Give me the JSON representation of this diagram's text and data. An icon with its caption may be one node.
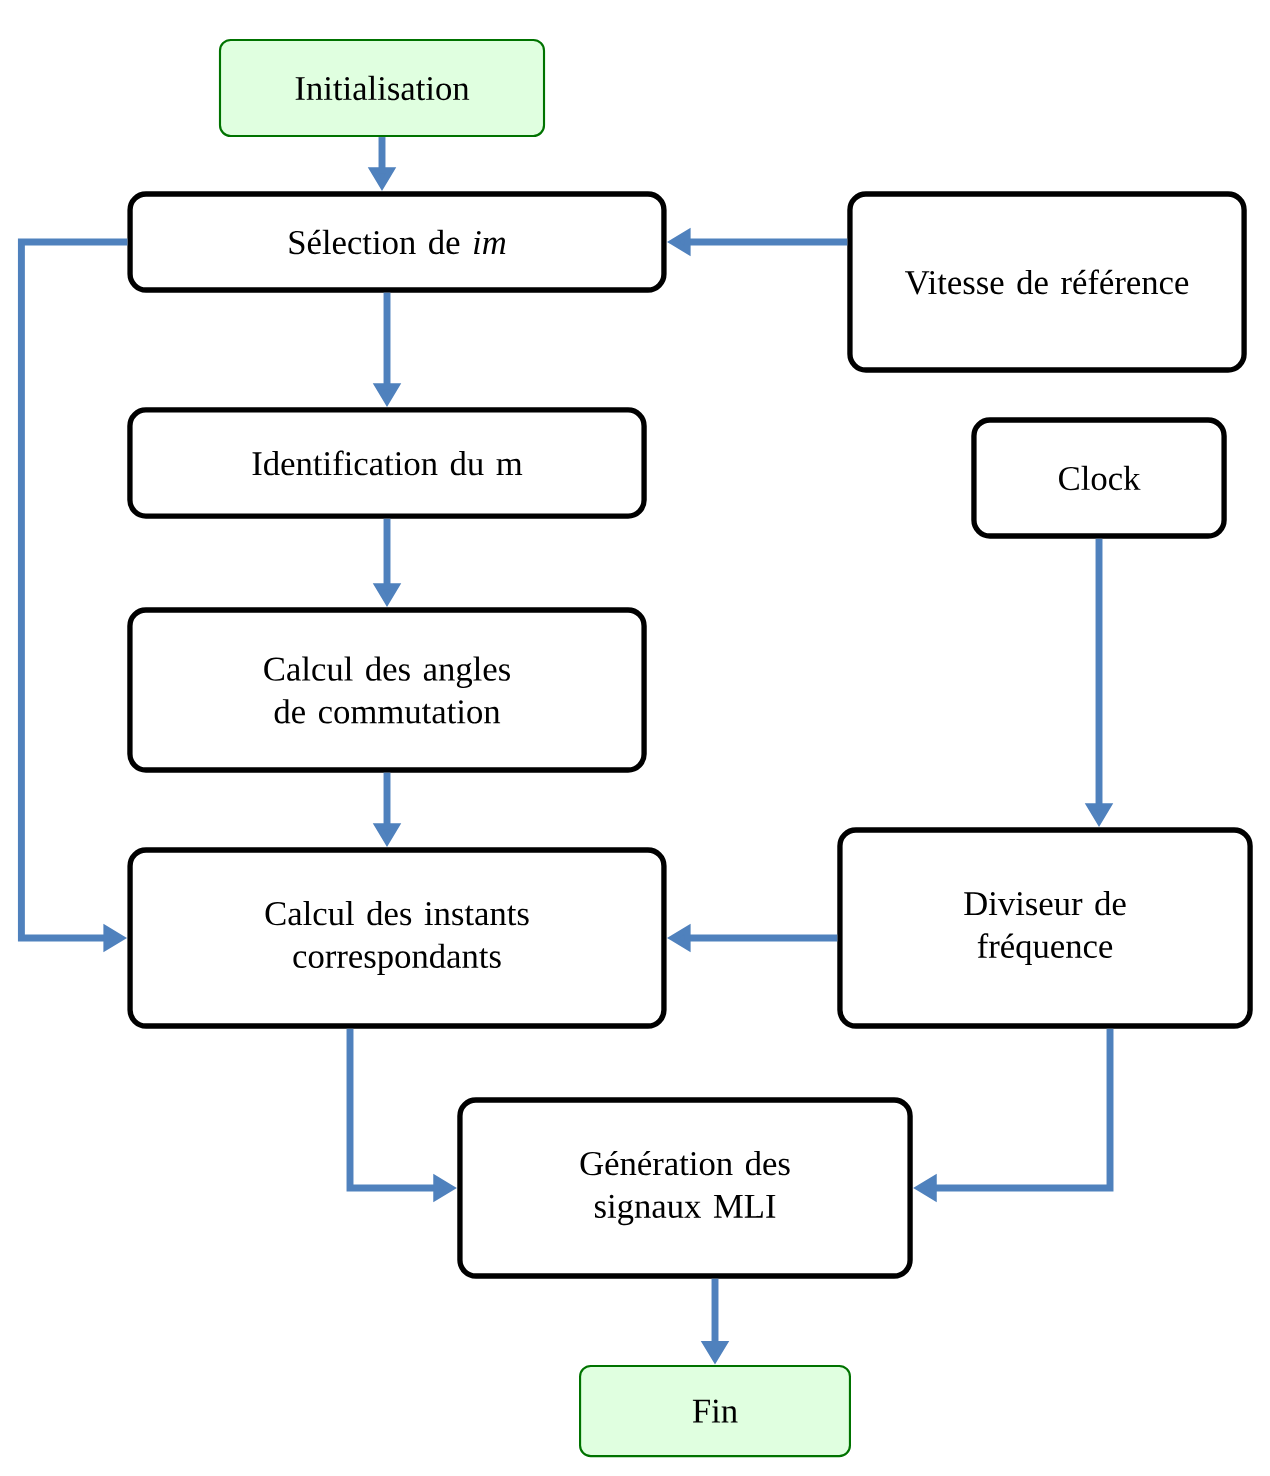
{
  "diagram": {
    "nodes": [
      {
        "text": [
          "Initialisation"
        ]
      },
      {
        "text": [
          "Sélection de *im*"
        ]
      },
      {
        "text": [
          "Vitesse de référence"
        ]
      },
      {
        "text": [
          "Identification du m"
        ]
      },
      {
        "text": [
          "Clock"
        ]
      },
      {
        "text": [
          "Calcul des angles de commutation"
        ]
      },
      {
        "text": [
          "Calcul des instants correspondants"
        ]
      },
      {
        "text": [
          "Diviseur de fréquence"
        ]
      },
      {
        "text": [
          "Génération des signaux MLI"
        ]
      },
      {
        "text": [
          "Fin"
        ]
      }
    ],
    "edges": [
      {
        "from": 0,
        "to": 1,
        "arrow": "to"
      },
      {
        "from": 2,
        "to": 1,
        "arrow": "to"
      },
      {
        "from": 1,
        "to": 3,
        "arrow": "to"
      },
      {
        "from": 3,
        "to": 5,
        "arrow": "to"
      },
      {
        "from": 5,
        "to": 6,
        "arrow": "to"
      },
      {
        "from": 1,
        "to": 6,
        "arrow": "to"
      },
      {
        "from": 4,
        "to": 7,
        "arrow": "to"
      },
      {
        "from": 7,
        "to": 6,
        "arrow": "to"
      },
      {
        "from": 6,
        "to": 8,
        "arrow": "to"
      },
      {
        "from": 7,
        "to": 8,
        "arrow": "to"
      },
      {
        "from": 8,
        "to": 9,
        "arrow": "to"
      }
    ]
  }
}
